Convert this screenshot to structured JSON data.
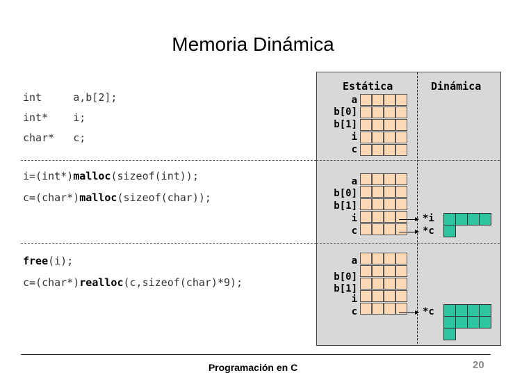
{
  "title": "Memoria Dinámica",
  "code": {
    "decl": [
      "int     a,b[2];",
      "int*    i;",
      "char*   c;"
    ],
    "alloc1_pre": "i=(int*)",
    "alloc1_fn": "malloc",
    "alloc1_post": "(sizeof(int));",
    "alloc2_pre": "c=(char*)",
    "alloc2_fn": "malloc",
    "alloc2_post": "(sizeof(char));",
    "free_fn": "free",
    "free_post": "(i);",
    "realloc_pre": "c=(char*)",
    "realloc_fn": "realloc",
    "realloc_post": "(c,sizeof(char)*9);"
  },
  "memory": {
    "header_static": "Estática",
    "header_dynamic": "Dinámica",
    "labels": [
      "a",
      "b[0]",
      "b[1]",
      "i",
      "c"
    ],
    "ptr_i": "*i",
    "ptr_c": "*c"
  },
  "footer": "Programación en C",
  "page_number": "20",
  "colors": {
    "static_cell": "#fcd9b4",
    "dynamic_cell": "#2ec4a0",
    "panel": "#d8d8d8"
  }
}
